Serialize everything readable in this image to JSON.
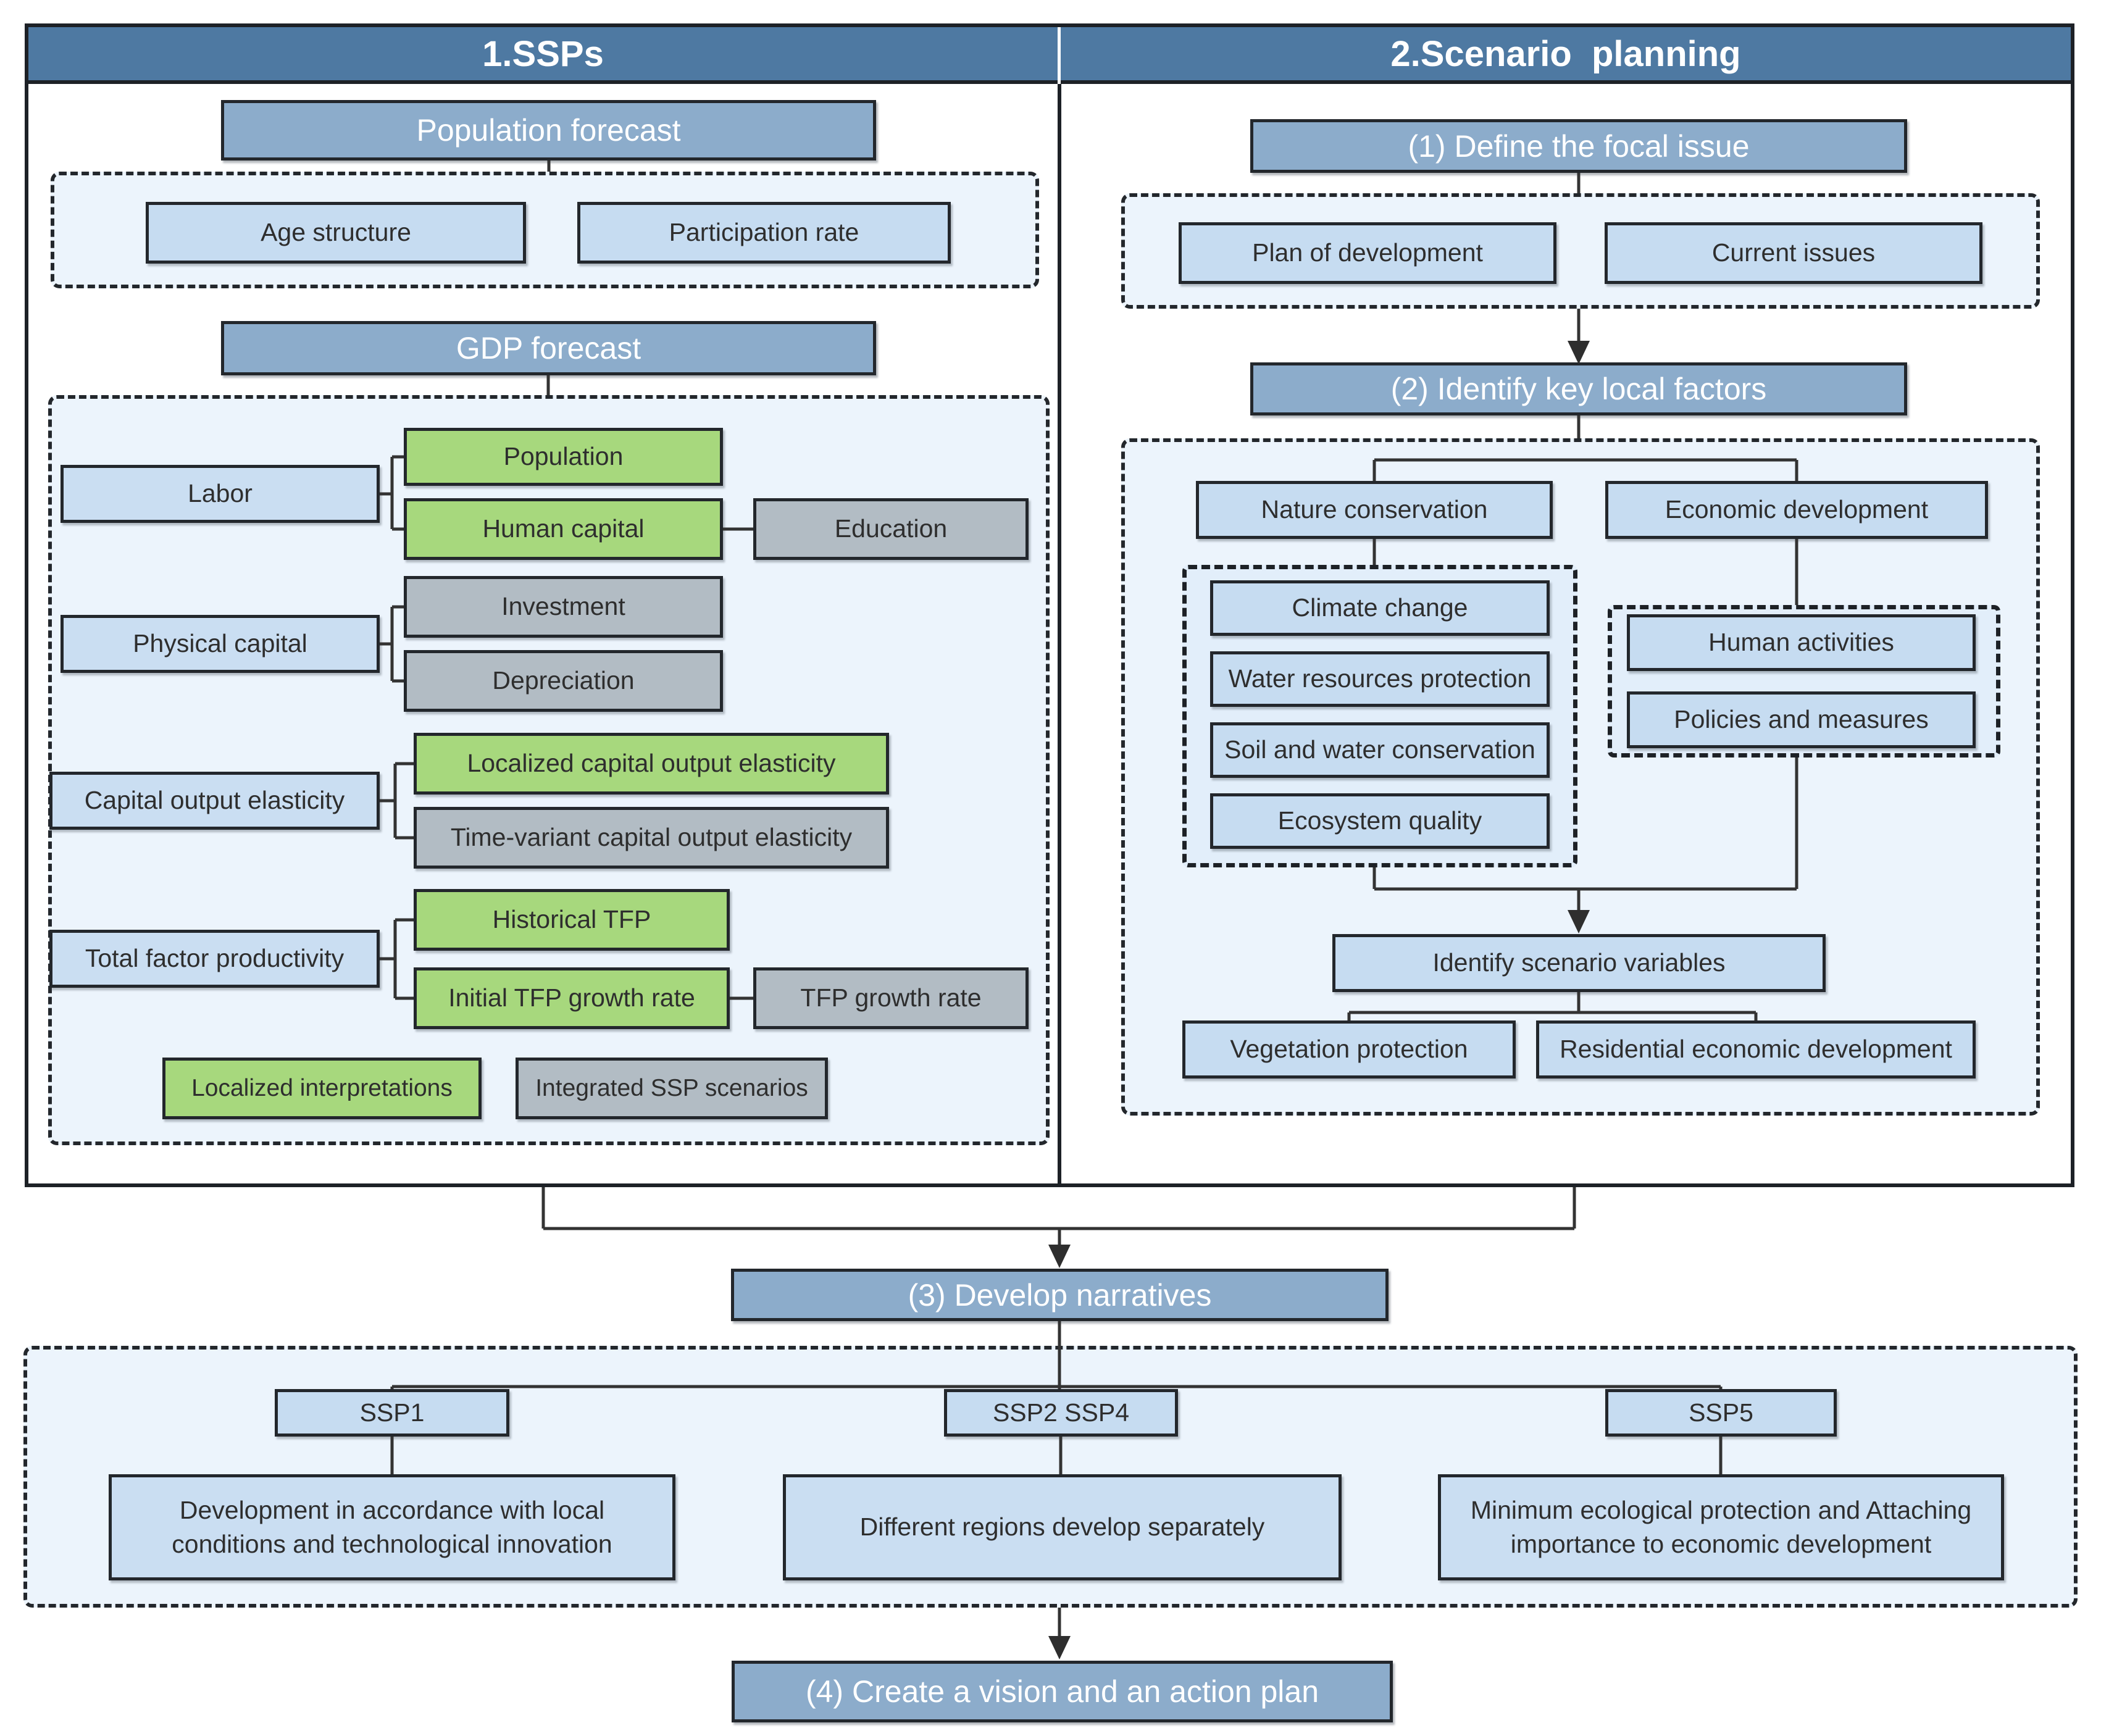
{
  "header": {
    "left_title": "1.SSPs",
    "right_title": "2.Scenario  planning"
  },
  "left_panel": {
    "population_forecast": "Population forecast",
    "age_structure": "Age structure",
    "participation_rate": "Participation rate",
    "gdp_forecast": "GDP forecast",
    "labor": "Labor",
    "population": "Population",
    "human_capital": "Human capital",
    "education": "Education",
    "physical_capital": "Physical capital",
    "investment": "Investment",
    "depreciation": "Depreciation",
    "capital_output_elasticity": "Capital output elasticity",
    "localized_capital_output_elasticity": "Localized capital output elasticity",
    "time_variant_capital_output_elasticity": "Time-variant capital output elasticity",
    "total_factor_productivity": "Total factor productivity",
    "historical_tfp": "Historical TFP",
    "initial_tfp_growth_rate": "Initial TFP growth rate",
    "tfp_growth_rate": "TFP growth rate",
    "localized_interpretations": "Localized interpretations",
    "integrated_ssp_scenarios": "Integrated SSP scenarios"
  },
  "right_panel": {
    "step1": "(1) Define the focal issue",
    "plan_of_development": "Plan of development",
    "current_issues": "Current issues",
    "step2": "(2) Identify key local factors",
    "nature_conservation": "Nature conservation",
    "economic_development": "Economic development",
    "climate_change": "Climate change",
    "water_resources_protection": "Water resources protection",
    "soil_and_water_conservation": "Soil and water conservation",
    "ecosystem_quality": "Ecosystem quality",
    "human_activities": "Human activities",
    "policies_and_measures": "Policies and measures",
    "identify_scenario_variables": "Identify scenario variables",
    "vegetation_protection": "Vegetation protection",
    "residential_economic_development": "Residential economic development"
  },
  "bottom": {
    "step3": "(3) Develop narratives",
    "ssp1": "SSP1",
    "ssp1_description": "Development in accordance with local conditions and technological innovation",
    "ssp2_ssp4": "SSP2 SSP4",
    "ssp2_ssp4_description": "Different regions develop separately",
    "ssp5": "SSP5",
    "ssp5_description": "Minimum ecological protection and Attaching importance to economic development",
    "step4": "(4) Create a vision and an action plan"
  },
  "colors": {
    "header_band": "#4e79a2",
    "step_header": "#8caccb",
    "box_blue": "#cadef2",
    "box_green": "#a7d87d",
    "box_gray": "#b2bcc4",
    "container_fill": "#ecf4fc",
    "inner_container_fill": "#e2eefa",
    "border_dark": "#1d2126",
    "connector": "#333333"
  }
}
